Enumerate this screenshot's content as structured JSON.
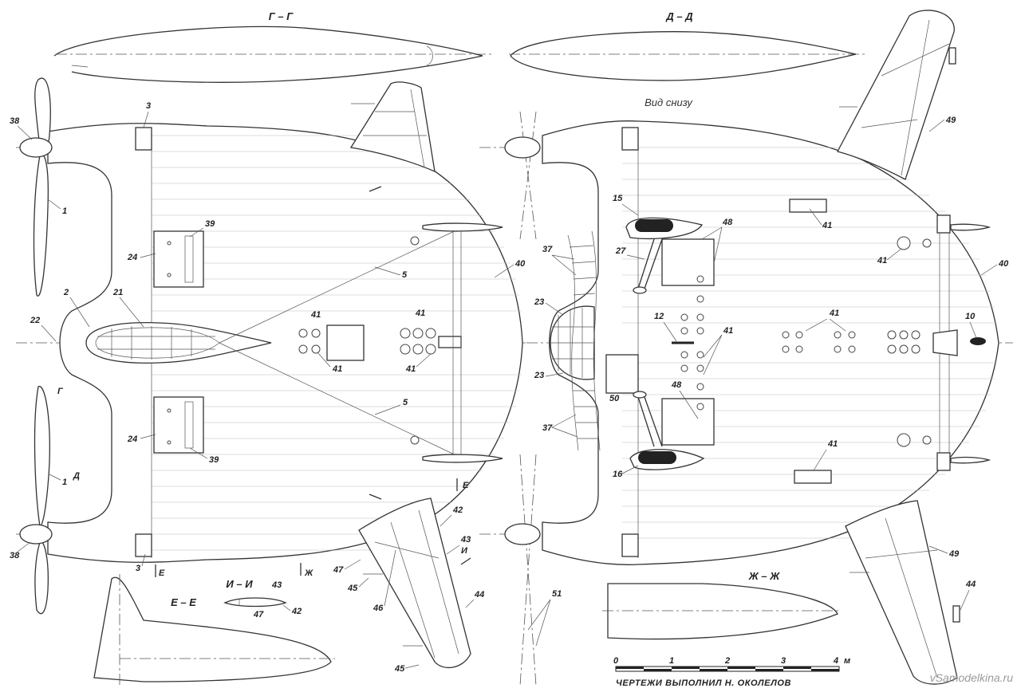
{
  "sections": {
    "g": "Г – Г",
    "d": "Д – Д",
    "e": "Е – Е",
    "i": "И – И",
    "zh": "Ж – Ж"
  },
  "view_bottom": "Вид снизу",
  "cut_marks": {
    "g": "Г",
    "d": "Д",
    "e1": "Е",
    "e2": "Е",
    "zh": "Ж",
    "i": "И"
  },
  "callouts_left": [
    "38",
    "1",
    "3",
    "39",
    "24",
    "2",
    "21",
    "22",
    "5",
    "40",
    "41",
    "41",
    "41",
    "41",
    "24",
    "39",
    "1",
    "38",
    "3",
    "5",
    "47",
    "45",
    "46",
    "42",
    "43",
    "44",
    "45",
    "43",
    "47",
    "42"
  ],
  "callouts_right": [
    "49",
    "15",
    "48",
    "41",
    "27",
    "37",
    "23",
    "12",
    "41",
    "41",
    "41",
    "40",
    "10",
    "23",
    "50",
    "48",
    "37",
    "16",
    "41",
    "49",
    "51",
    "44"
  ],
  "scale": {
    "ticks": [
      "0",
      "1",
      "2",
      "3",
      "4"
    ],
    "unit": "м"
  },
  "credit": "ЧЕРТЕЖИ ВЫПОЛНИЛ Н. ОКОЛЕЛОВ",
  "watermark": "vSamodelkina.ru"
}
